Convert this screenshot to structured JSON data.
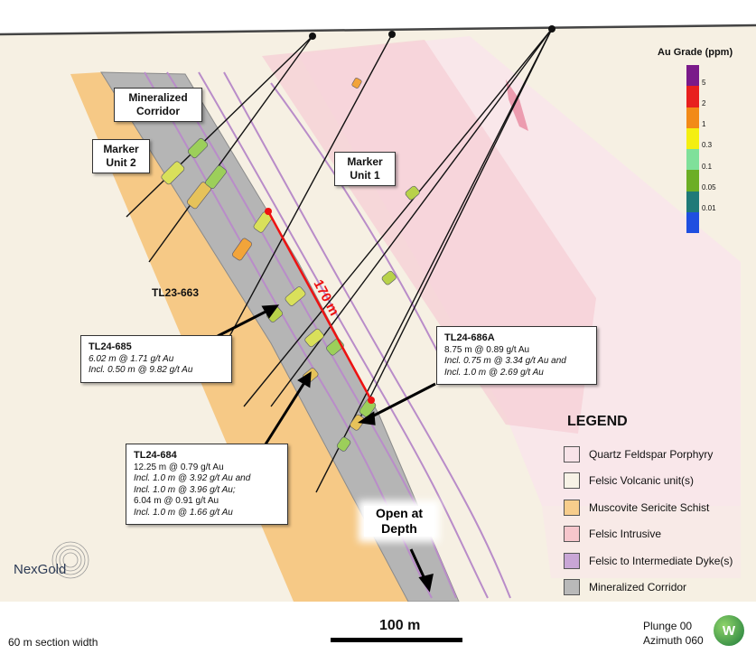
{
  "units": {
    "mineralized_corridor": "Mineralized\nCorridor",
    "marker_unit_2": "Marker\nUnit 2",
    "marker_unit_1": "Marker\nUnit 1"
  },
  "drill_labels": {
    "tl23_663": "TL23-663"
  },
  "callouts": {
    "tl24_685": {
      "hole": "TL24-685",
      "lines": [
        "6.02 m @ 1.71 g/t Au",
        "Incl. 0.50 m @ 9.82 g/t Au"
      ]
    },
    "tl24_686a": {
      "hole": "TL24-686A",
      "lines": [
        "8.75 m @ 0.89 g/t Au",
        "Incl. 0.75 m @ 3.34 g/t Au and",
        "Incl. 1.0 m @ 2.69 g/t Au"
      ]
    },
    "tl24_684": {
      "hole": "TL24-684",
      "lines": [
        "12.25 m @ 0.79 g/t Au",
        "Incl. 1.0 m @ 3.92 g/t Au and",
        "Incl. 1.0 m @ 3.96 g/t Au;",
        "6.04 m @ 0.91 g/t Au",
        "Incl. 1.0 m @ 1.66 g/t Au"
      ]
    }
  },
  "measure_label": "170 m",
  "open_at_depth": "Open at\nDepth",
  "grade_scale": {
    "title": "Au Grade (ppm)",
    "colors": [
      "#7a1a8a",
      "#e8201e",
      "#f28a17",
      "#f4ef12",
      "#7fe09a",
      "#6cae25",
      "#1f7a78",
      "#1f4fe0"
    ],
    "ticks": [
      "5",
      "2",
      "1",
      "0.3",
      "0.1",
      "0.05",
      "0.01"
    ]
  },
  "legend": {
    "title": "LEGEND",
    "items": [
      {
        "label": "Quartz Feldspar Porphyry",
        "color": "#f8e3e8"
      },
      {
        "label": "Felsic Volcanic unit(s)",
        "color": "#f7f2e6"
      },
      {
        "label": "Muscovite Sericite Schist",
        "color": "#f7cd8c"
      },
      {
        "label": "Felsic Intrusive",
        "color": "#f6c6cc"
      },
      {
        "label": "Felsic to Intermediate Dyke(s)",
        "color": "#c9a6d6"
      },
      {
        "label": "Mineralized Corridor",
        "color": "#b9b9b9"
      }
    ]
  },
  "brand": "NexGold",
  "footer": {
    "section_width": "60 m section width",
    "scale": "100 m",
    "plunge": "Plunge 00",
    "azimuth": "Azimuth 060",
    "logo_text": "W"
  }
}
